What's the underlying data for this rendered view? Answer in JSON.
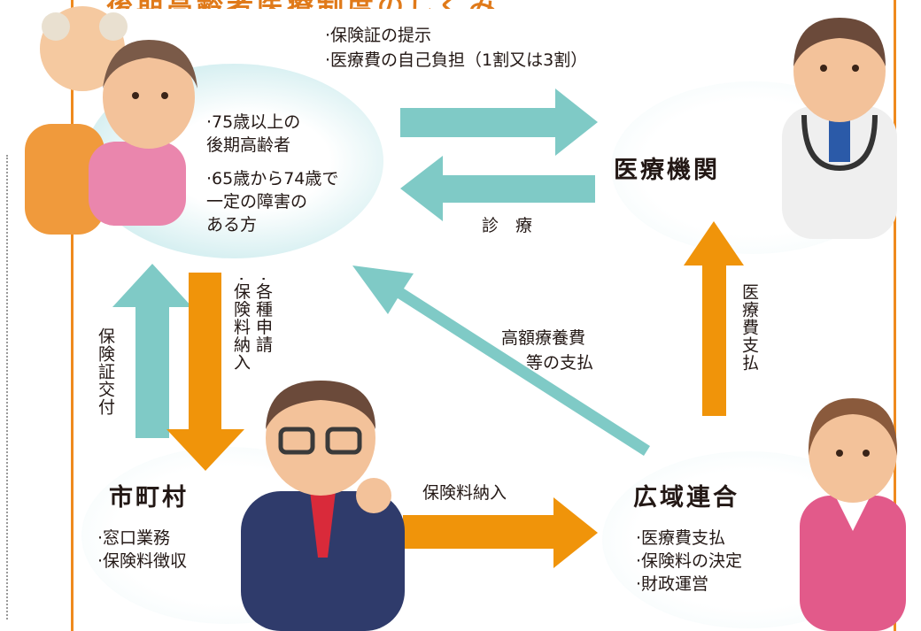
{
  "header": {
    "title": "後期高齢者医療制度のしくみ"
  },
  "insured": {
    "lines": [
      "·75歳以上の",
      "後期高齢者",
      "·65歳から74歳で",
      "一定の障害の",
      "ある方"
    ]
  },
  "medical_institution": {
    "label": "医療機関"
  },
  "municipality": {
    "label": "市町村",
    "items": [
      "·窓口業務",
      "·保険料徴収"
    ]
  },
  "regional_union": {
    "label": "広域連合",
    "items": [
      "·医療費支払",
      "·保険料の決定",
      "·財政運営"
    ]
  },
  "flows": {
    "to_medical": [
      "·保険証の提示",
      "·医療費の自己負担（1割又は3割）"
    ],
    "treatment": "診　療",
    "insurance_card_issue": "保険証交付",
    "applications": [
      "·各種申請",
      "·保険料納入"
    ],
    "premium_payment": "保険料納入",
    "high_cost_refund": [
      "高額療養費",
      "等の支払"
    ],
    "medical_payment": "医療費支払"
  },
  "colors": {
    "frame": "#ef8a1e",
    "arrow_teal": "#7fcac6",
    "arrow_orange": "#f0940a",
    "text": "#231815"
  }
}
